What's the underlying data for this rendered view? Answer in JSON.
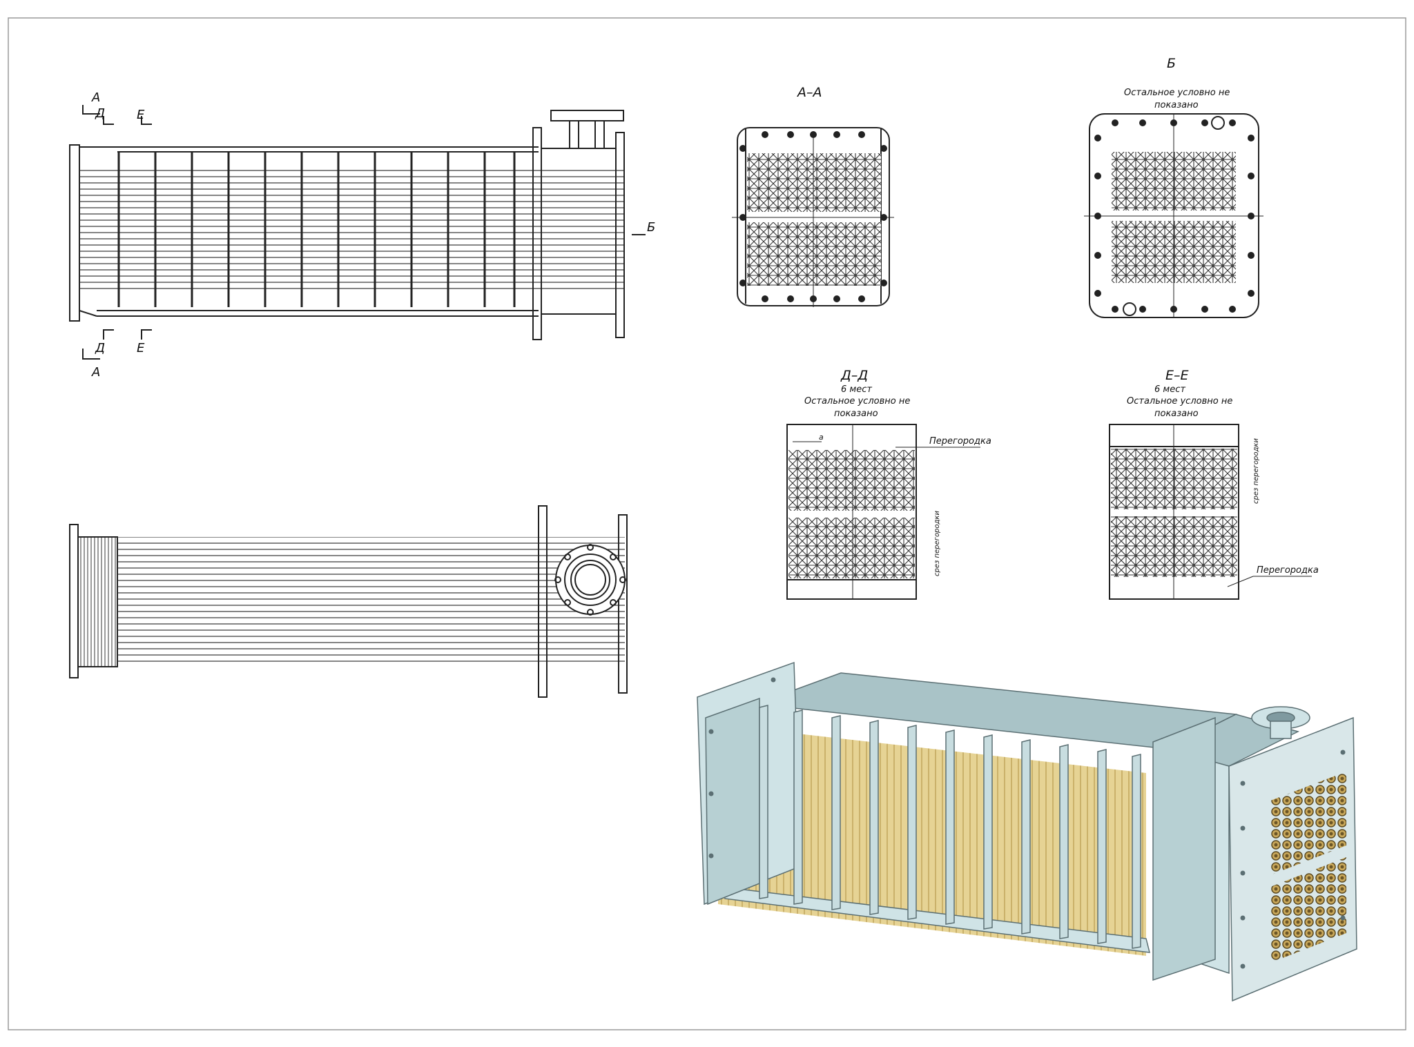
{
  "labels": {
    "cut_a": "А",
    "cut_d": "Д",
    "cut_e": "Е",
    "view_b_arrow": "Б",
    "section_aa": "А–А",
    "view_b": "Б",
    "section_dd": "Д–Д",
    "section_ee": "Е–Е",
    "six_places": "6 мест",
    "rest_conventional_line1": "Остальное условно не",
    "rest_conventional_line2": "показано",
    "baffle": "Перегородка",
    "baffle_cut": "срез перегородки",
    "dim_a": "а"
  },
  "colors": {
    "line": "#222222",
    "tube_fill": "#e3cf8e",
    "steel_light": "#cfe3e6",
    "steel_mid": "#a9c3c7",
    "steel_dark": "#7f9aa0",
    "border": "#9a9a9a"
  }
}
